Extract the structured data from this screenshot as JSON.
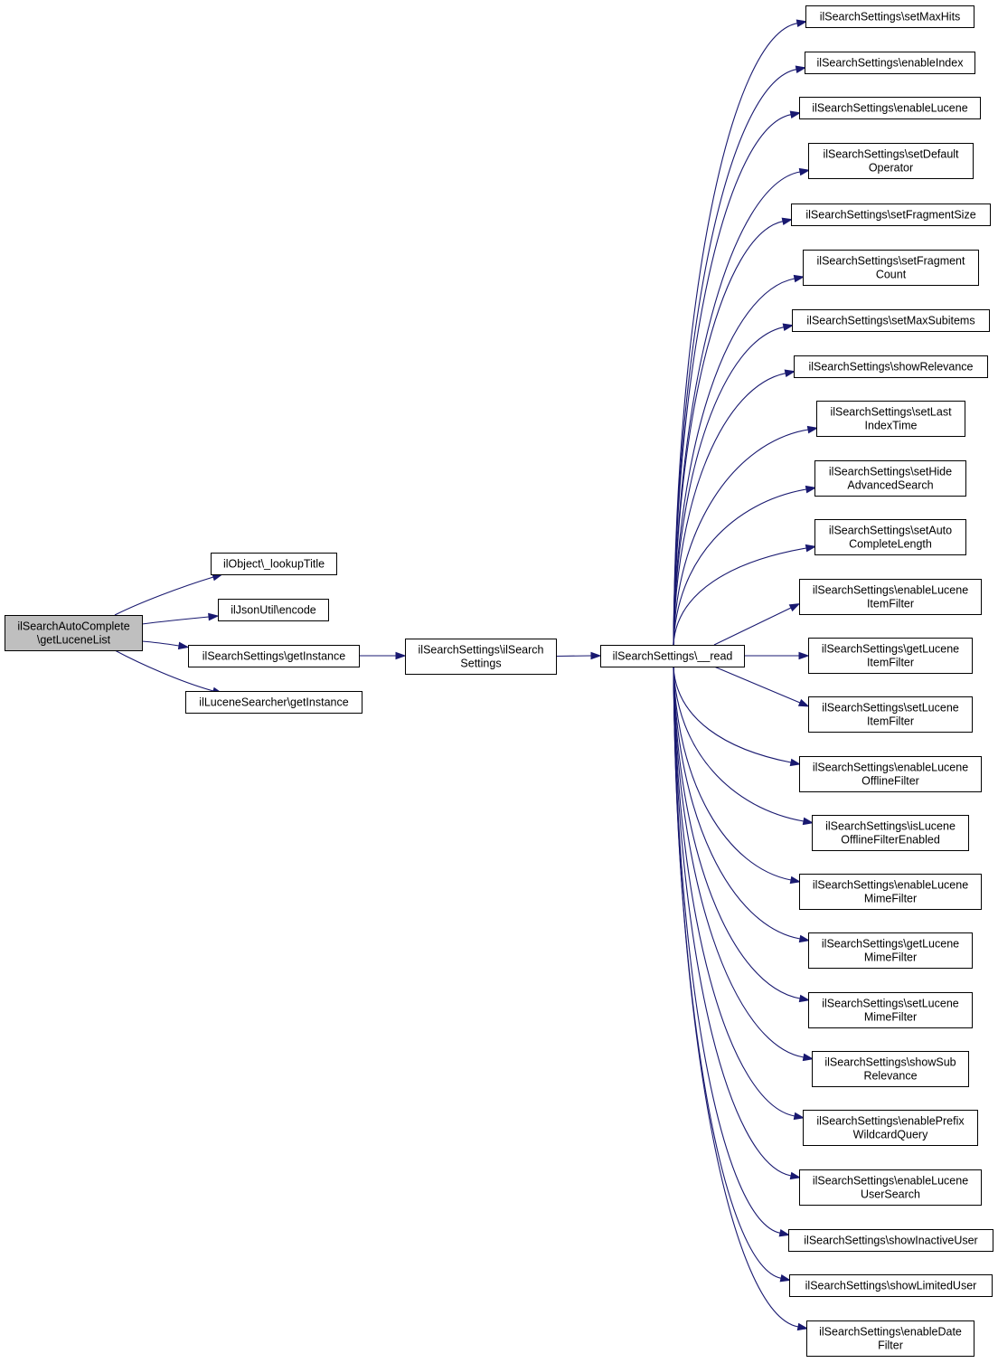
{
  "colors": {
    "edge": "#191970",
    "node_fill": "#ffffff",
    "root_fill": "#bfbfbf",
    "node_border": "#000000"
  },
  "nodes": [
    {
      "id": "root",
      "lines": [
        "ilSearchAutoComplete",
        "\\getLuceneList"
      ],
      "root": true
    },
    {
      "id": "lookupTitle",
      "lines": [
        "ilObject\\_lookupTitle"
      ]
    },
    {
      "id": "encode",
      "lines": [
        "ilJsonUtil\\encode"
      ]
    },
    {
      "id": "ssGetInstance",
      "lines": [
        "ilSearchSettings\\getInstance"
      ]
    },
    {
      "id": "lsGetInstance",
      "lines": [
        "ilLuceneSearcher\\getInstance"
      ]
    },
    {
      "id": "ctor",
      "lines": [
        "ilSearchSettings\\ilSearch",
        "Settings"
      ]
    },
    {
      "id": "read",
      "lines": [
        "ilSearchSettings\\__read"
      ]
    },
    {
      "id": "setMaxHits",
      "lines": [
        "ilSearchSettings\\setMaxHits"
      ]
    },
    {
      "id": "enableIndex",
      "lines": [
        "ilSearchSettings\\enableIndex"
      ]
    },
    {
      "id": "enableLucene",
      "lines": [
        "ilSearchSettings\\enableLucene"
      ]
    },
    {
      "id": "setDefaultOperator",
      "lines": [
        "ilSearchSettings\\setDefault",
        "Operator"
      ]
    },
    {
      "id": "setFragmentSize",
      "lines": [
        "ilSearchSettings\\setFragmentSize"
      ]
    },
    {
      "id": "setFragmentCount",
      "lines": [
        "ilSearchSettings\\setFragment",
        "Count"
      ]
    },
    {
      "id": "setMaxSubitems",
      "lines": [
        "ilSearchSettings\\setMaxSubitems"
      ]
    },
    {
      "id": "showRelevance",
      "lines": [
        "ilSearchSettings\\showRelevance"
      ]
    },
    {
      "id": "setLastIndexTime",
      "lines": [
        "ilSearchSettings\\setLast",
        "IndexTime"
      ]
    },
    {
      "id": "setHideAdvancedSearch",
      "lines": [
        "ilSearchSettings\\setHide",
        "AdvancedSearch"
      ]
    },
    {
      "id": "setAutoCompleteLength",
      "lines": [
        "ilSearchSettings\\setAuto",
        "CompleteLength"
      ]
    },
    {
      "id": "enableLuceneItemFilter",
      "lines": [
        "ilSearchSettings\\enableLucene",
        "ItemFilter"
      ]
    },
    {
      "id": "getLuceneItemFilter",
      "lines": [
        "ilSearchSettings\\getLucene",
        "ItemFilter"
      ]
    },
    {
      "id": "setLuceneItemFilter",
      "lines": [
        "ilSearchSettings\\setLucene",
        "ItemFilter"
      ]
    },
    {
      "id": "enableLuceneOfflineFilter",
      "lines": [
        "ilSearchSettings\\enableLucene",
        "OfflineFilter"
      ]
    },
    {
      "id": "isLuceneOfflineFilterEnabled",
      "lines": [
        "ilSearchSettings\\isLucene",
        "OfflineFilterEnabled"
      ]
    },
    {
      "id": "enableLuceneMimeFilter",
      "lines": [
        "ilSearchSettings\\enableLucene",
        "MimeFilter"
      ]
    },
    {
      "id": "getLuceneMimeFilter",
      "lines": [
        "ilSearchSettings\\getLucene",
        "MimeFilter"
      ]
    },
    {
      "id": "setLuceneMimeFilter",
      "lines": [
        "ilSearchSettings\\setLucene",
        "MimeFilter"
      ]
    },
    {
      "id": "showSubRelevance",
      "lines": [
        "ilSearchSettings\\showSub",
        "Relevance"
      ]
    },
    {
      "id": "enablePrefixWildcardQuery",
      "lines": [
        "ilSearchSettings\\enablePrefix",
        "WildcardQuery"
      ]
    },
    {
      "id": "enableLuceneUserSearch",
      "lines": [
        "ilSearchSettings\\enableLucene",
        "UserSearch"
      ]
    },
    {
      "id": "showInactiveUser",
      "lines": [
        "ilSearchSettings\\showInactiveUser"
      ]
    },
    {
      "id": "showLimitedUser",
      "lines": [
        "ilSearchSettings\\showLimitedUser"
      ]
    },
    {
      "id": "enableDateFilter",
      "lines": [
        "ilSearchSettings\\enableDate",
        "Filter"
      ]
    }
  ],
  "edges": [
    [
      "root",
      "lookupTitle"
    ],
    [
      "root",
      "encode"
    ],
    [
      "root",
      "ssGetInstance"
    ],
    [
      "root",
      "lsGetInstance"
    ],
    [
      "ssGetInstance",
      "ctor"
    ],
    [
      "ctor",
      "read"
    ],
    [
      "read",
      "setMaxHits"
    ],
    [
      "read",
      "enableIndex"
    ],
    [
      "read",
      "enableLucene"
    ],
    [
      "read",
      "setDefaultOperator"
    ],
    [
      "read",
      "setFragmentSize"
    ],
    [
      "read",
      "setFragmentCount"
    ],
    [
      "read",
      "setMaxSubitems"
    ],
    [
      "read",
      "showRelevance"
    ],
    [
      "read",
      "setLastIndexTime"
    ],
    [
      "read",
      "setHideAdvancedSearch"
    ],
    [
      "read",
      "setAutoCompleteLength"
    ],
    [
      "read",
      "enableLuceneItemFilter"
    ],
    [
      "read",
      "getLuceneItemFilter"
    ],
    [
      "read",
      "setLuceneItemFilter"
    ],
    [
      "read",
      "enableLuceneOfflineFilter"
    ],
    [
      "read",
      "isLuceneOfflineFilterEnabled"
    ],
    [
      "read",
      "enableLuceneMimeFilter"
    ],
    [
      "read",
      "getLuceneMimeFilter"
    ],
    [
      "read",
      "setLuceneMimeFilter"
    ],
    [
      "read",
      "showSubRelevance"
    ],
    [
      "read",
      "enablePrefixWildcardQuery"
    ],
    [
      "read",
      "enableLuceneUserSearch"
    ],
    [
      "read",
      "showInactiveUser"
    ],
    [
      "read",
      "showLimitedUser"
    ],
    [
      "read",
      "enableDateFilter"
    ]
  ]
}
